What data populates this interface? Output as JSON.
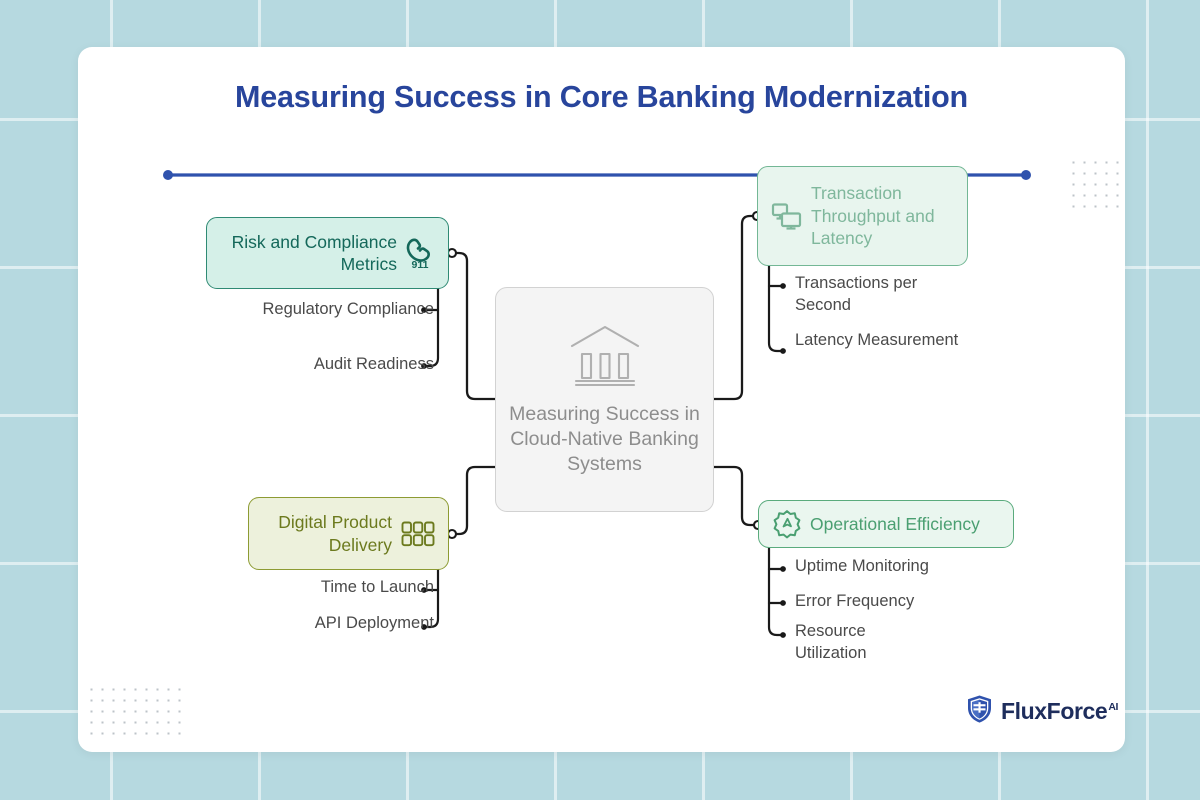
{
  "page": {
    "title": "Measuring Success in Core Banking Modernization",
    "background_color": "#b6d9e0",
    "card_color": "#ffffff",
    "title_color": "#28459c"
  },
  "center": {
    "icon": "bank-building-icon",
    "label": "Measuring Success in Cloud-Native Banking Systems",
    "fill": "#f4f4f4",
    "border": "#d2d2d2",
    "text_color": "#8d8d8d"
  },
  "branches": [
    {
      "id": "risk",
      "label": "Risk and Compliance Metrics",
      "icon": "emergency-phone-911-icon",
      "fill": "#d5f0e8",
      "border": "#2f8a74",
      "text_color": "#14685a",
      "position": "top-left",
      "children": [
        "Regulatory Compliance",
        "Audit Readiness"
      ]
    },
    {
      "id": "transaction",
      "label": "Transaction Throughput and Latency",
      "icon": "monitors-icon",
      "fill": "#e8f5ee",
      "border": "#73b795",
      "text_color": "#7fb79c",
      "position": "top-right",
      "children": [
        "Transactions per Second",
        "Latency Measurement"
      ]
    },
    {
      "id": "digital",
      "label": "Digital Product Delivery",
      "icon": "app-grid-icon",
      "fill": "#edf1dc",
      "border": "#8d9b33",
      "text_color": "#6c7a1e",
      "position": "bottom-left",
      "children": [
        "Time to Launch",
        "API Deployment"
      ]
    },
    {
      "id": "operational",
      "label": "Operational Efficiency",
      "icon": "gear-icon",
      "fill": "#eaf6ef",
      "border": "#5aab7d",
      "text_color": "#4a9f71",
      "position": "bottom-right",
      "children": [
        "Uptime Monitoring",
        "Error Frequency",
        "Resource Utilization"
      ]
    }
  ],
  "subitems": {
    "regulatory_compliance": "Regulatory Compliance",
    "audit_readiness": "Audit Readiness",
    "transactions_per_second": "Transactions per Second",
    "latency_measurement": "Latency Measurement",
    "time_to_launch": "Time to Launch",
    "api_deployment": "API Deployment",
    "uptime_monitoring": "Uptime Monitoring",
    "error_frequency": "Error Frequency",
    "resource_utilization": "Resource Utilization"
  },
  "branch_labels": {
    "risk": "Risk and Compliance Metrics",
    "transaction": "Transaction Throughput and Latency",
    "digital": "Digital Product Delivery",
    "operational": "Operational Efficiency"
  },
  "icon_text": {
    "emergency_number": "911"
  },
  "logo": {
    "name": "FluxForce",
    "superscript": "AI",
    "icon": "shield-logo-icon",
    "color": "#1e2d5c"
  }
}
